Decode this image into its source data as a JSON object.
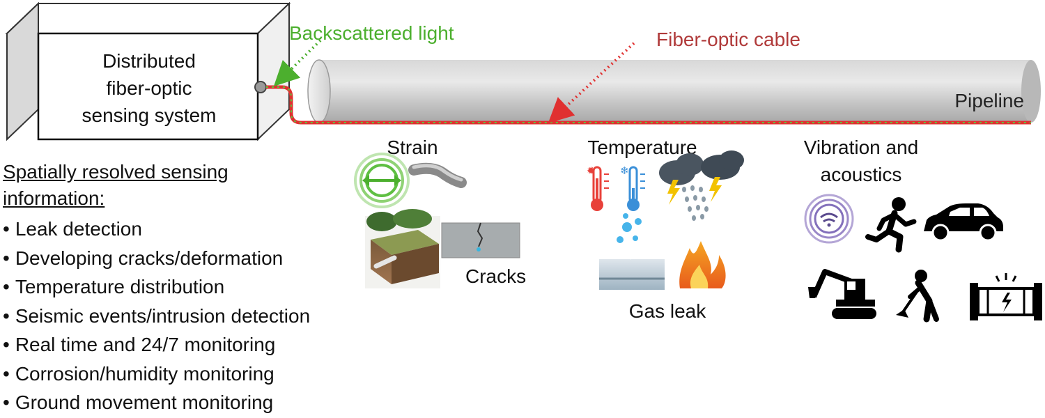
{
  "system_box": {
    "label_lines": [
      "Distributed",
      "fiber-optic",
      "sensing system"
    ]
  },
  "labels": {
    "backscattered_light": "Backscattered light",
    "fiber_optic_cable": "Fiber-optic cable",
    "pipeline": "Pipeline"
  },
  "categories": {
    "strain": "Strain",
    "cracks": "Cracks",
    "temperature": "Temperature",
    "gas_leak": "Gas leak",
    "vibration_lines": [
      "Vibration and",
      "acoustics"
    ]
  },
  "info": {
    "heading_lines": [
      "Spatially resolved sensing",
      "information:"
    ],
    "items": [
      "Leak detection",
      "Developing cracks/deformation",
      "Temperature distribution",
      "Seismic events/intrusion detection",
      "Real time and 24/7 monitoring",
      "Corrosion/humidity monitoring",
      "Ground movement monitoring"
    ]
  },
  "colors": {
    "backscatter": "#4caf2e",
    "fiber": "#e03030",
    "fiber_label": "#b03a3a",
    "pipe": "#c9c9c9",
    "thermo_hot": "#e8413a",
    "thermo_cold": "#3a8fd8",
    "vibration_icon": "#7a5fb0"
  },
  "icons": [
    "strain-rings-icon",
    "bent-pipe-icon",
    "soil-block-icon",
    "crack-panel-icon",
    "thermometer-hot-icon",
    "thermometer-cold-icon",
    "storm-cloud-icon",
    "gas-leak-panel-icon",
    "fire-icon",
    "vibration-rings-icon",
    "running-person-icon",
    "car-icon",
    "excavator-icon",
    "digging-worker-icon",
    "damaged-pipe-icon"
  ]
}
